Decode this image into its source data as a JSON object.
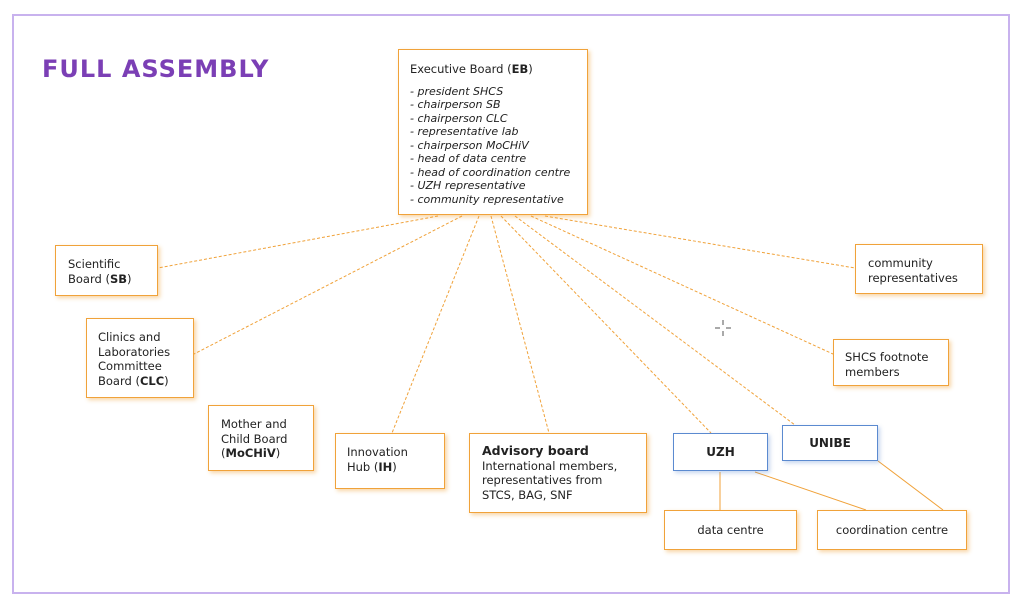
{
  "title": "FULL ASSEMBLY",
  "colors": {
    "accent": "#7b3fb5",
    "line": "#f0a23a",
    "blue": "#5b8ad0"
  },
  "executive_board": {
    "label_pre": "Executive Board (",
    "abbr": "EB",
    "label_post": ")",
    "members": [
      "- president SHCS",
      "- chairperson SB",
      "- chairperson CLC",
      "- representative lab",
      "- chairperson MoCHiV",
      "- head of data centre",
      "- head of coordination centre",
      "- UZH representative",
      "- community representative"
    ]
  },
  "scientific_board": {
    "line1": "Scientific",
    "pre": "Board (",
    "abbr": "SB",
    "post": ")"
  },
  "clc": {
    "line1": "Clinics and",
    "line2": "Laboratories",
    "line3": "Committee",
    "pre": "Board (",
    "abbr": "CLC",
    "post": ")"
  },
  "mochiv": {
    "line1": "Mother and",
    "line2": "Child Board",
    "pre": "(",
    "abbr": "MoCHiV",
    "post": ")"
  },
  "innovation_hub": {
    "line1": "Innovation",
    "pre": "Hub (",
    "abbr": "IH",
    "post": ")"
  },
  "advisory_board": {
    "title": "Advisory board",
    "line1": "International members,",
    "line2": "representatives from",
    "line3": "STCS, BAG, SNF"
  },
  "uzh": {
    "label": "UZH"
  },
  "unibe": {
    "label": "UNIBE"
  },
  "data_centre": {
    "label": "data centre"
  },
  "coordination_centre": {
    "label": "coordination centre"
  },
  "community": {
    "line1": "community",
    "line2": "representatives"
  },
  "footnote": {
    "line1": "SHCS footnote",
    "line2": "members"
  }
}
